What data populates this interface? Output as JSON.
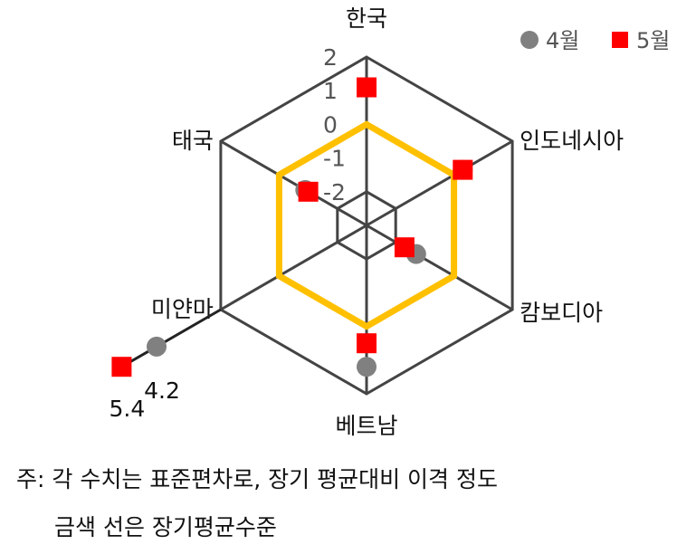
{
  "chart_data": {
    "type": "radar",
    "axes": [
      "한국",
      "인도네시아",
      "캄보디아",
      "베트남",
      "미얀마",
      "태국"
    ],
    "r_ticks": [
      "2",
      "1",
      "0",
      "-1",
      "-2"
    ],
    "r_range": [
      -3,
      2
    ],
    "baseline_value": 0,
    "series": [
      {
        "name": "4월",
        "color": "#808080",
        "marker": "circle",
        "values": [
          1.1,
          0.3,
          -1.3,
          1.2,
          4.2,
          -0.9
        ]
      },
      {
        "name": "5월",
        "color": "#ff0000",
        "marker": "square",
        "values": [
          1.1,
          0.3,
          -1.7,
          0.5,
          5.4,
          -1.0
        ]
      }
    ],
    "data_labels": [
      {
        "series": 0,
        "axis": 4,
        "text": "4.2"
      },
      {
        "series": 1,
        "axis": 4,
        "text": "5.4"
      }
    ]
  },
  "colors": {
    "grid": "#444444",
    "baseline": "#FFC000",
    "outlier_line": "#222222"
  },
  "notes": {
    "line1": "주: 각 수치는 표준편차로, 장기 평균대비 이격 정도",
    "line2": "금색 선은 장기평균수준"
  }
}
